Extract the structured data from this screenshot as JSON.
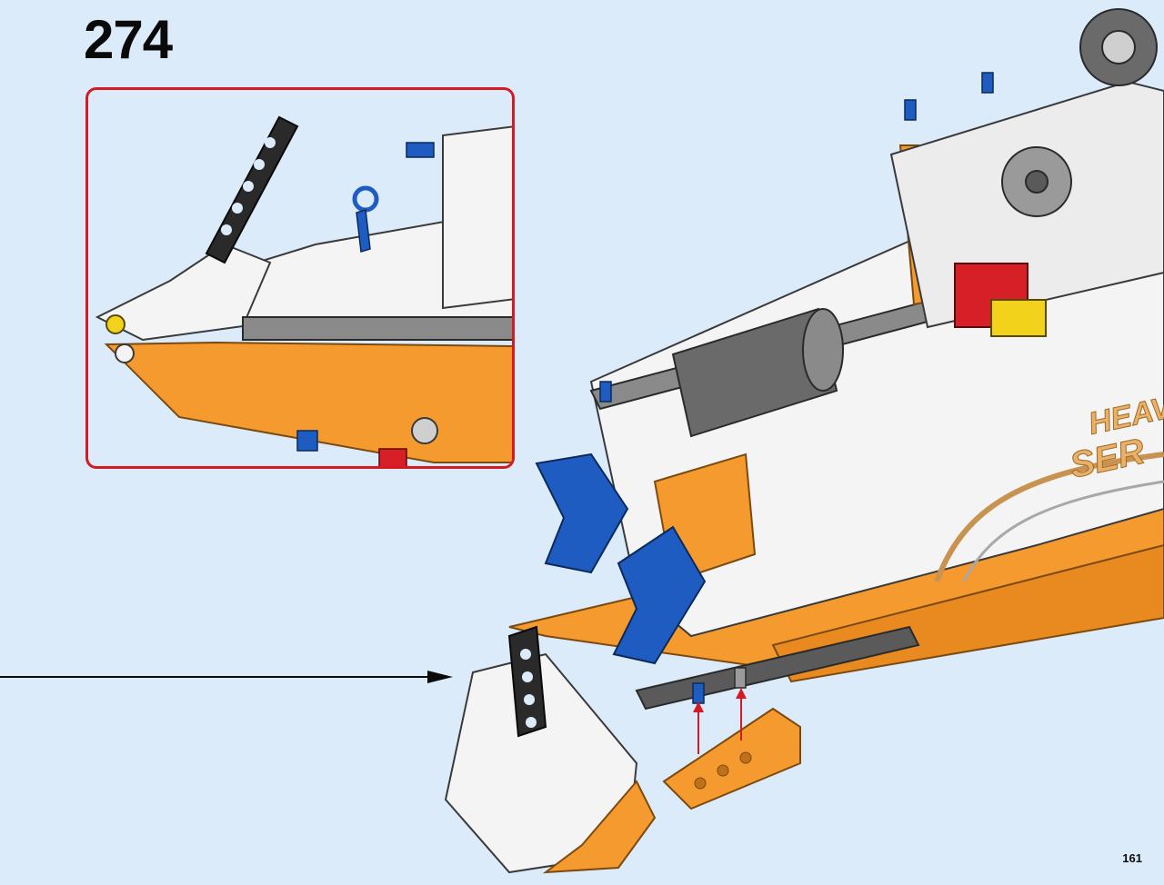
{
  "page": {
    "step_number": "274",
    "page_number": "161"
  },
  "model": {
    "decal_line1": "HEAV",
    "decal_line2": "SER"
  },
  "colors": {
    "background": "#dcebf9",
    "callout_border": "#d41b22",
    "orange": "#f59a2e",
    "white_part": "#f4f4f4",
    "dark_gray": "#5a5a5a",
    "light_gray": "#a8a8a8",
    "blue": "#1f5cc2",
    "red": "#d61f26",
    "yellow": "#f2d21a"
  },
  "icons": {
    "arrow": "arrow-right-icon",
    "push_arrow": "arrow-up-icon"
  }
}
